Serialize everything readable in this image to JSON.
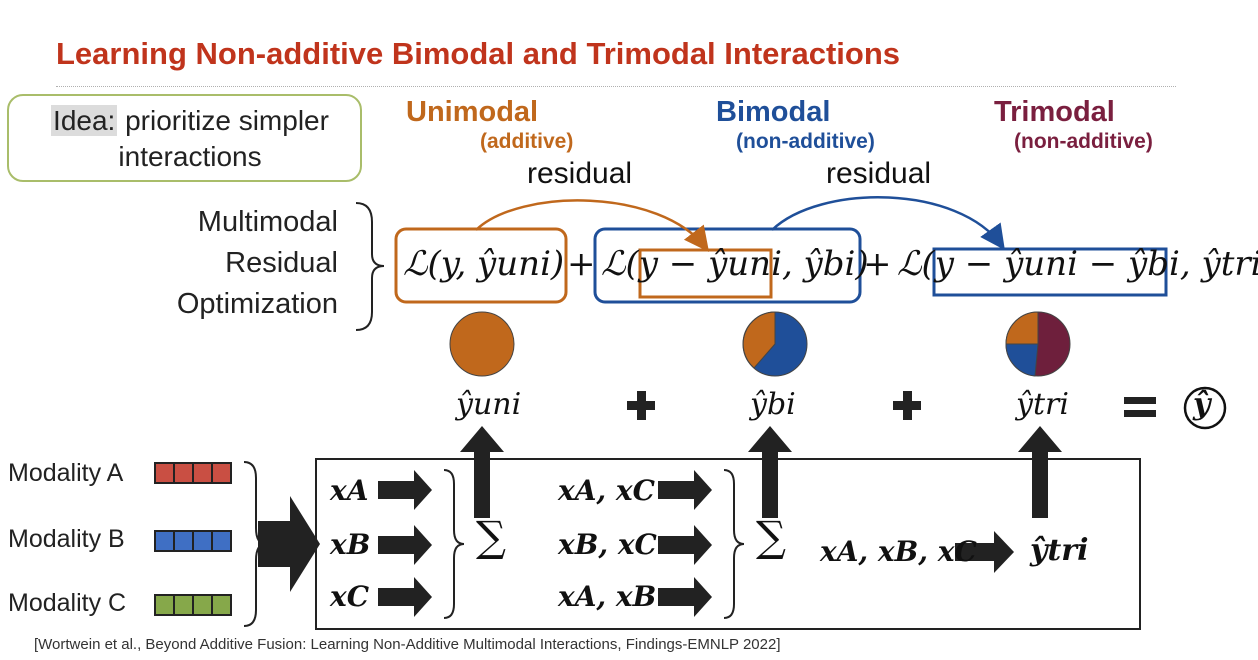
{
  "title": "Learning Non-additive Bimodal and Trimodal Interactions",
  "idea": {
    "label": "Idea:",
    "text": "prioritize simpler interactions"
  },
  "stages": [
    {
      "name": "Unimodal",
      "sub": "(additive)",
      "color": "#c0681c"
    },
    {
      "name": "Bimodal",
      "sub": "(non-additive)",
      "color": "#1f4f99"
    },
    {
      "name": "Trimodal",
      "sub": "(non-additive)",
      "color": "#7a1f3f"
    }
  ],
  "residual_label": "residual",
  "optimization_label": [
    "Multimodal",
    "Residual",
    "Optimization"
  ],
  "loss_terms": {
    "uni": "ℒ(y, ŷuni)",
    "plus": "+",
    "bi": "ℒ(y − ŷuni, ŷbi)",
    "tri": "ℒ(y − ŷuni − ŷbi, ŷtri)"
  },
  "outputs": {
    "uni": "ŷuni",
    "bi": "ŷbi",
    "tri": "ŷtri",
    "final": "ŷ",
    "plus": "+",
    "equals": "="
  },
  "modalities": [
    {
      "label": "Modality A",
      "color": "#c94f43"
    },
    {
      "label": "Modality B",
      "color": "#3f6fc4"
    },
    {
      "label": "Modality C",
      "color": "#86a84a"
    }
  ],
  "inputs": {
    "uni": [
      "xA",
      "xB",
      "xC"
    ],
    "bi": [
      "xA, xC",
      "xB, xC",
      "xA, xB"
    ],
    "tri": "xA, xB, xC",
    "sum_symbol": "∑"
  },
  "pie_colors": {
    "orange": "#c0681c",
    "blue": "#1f4f99",
    "maroon": "#6e1f3c"
  },
  "citation": "[Wortwein et al., Beyond Additive Fusion: Learning Non-Additive Multimodal Interactions, Findings-EMNLP 2022]"
}
